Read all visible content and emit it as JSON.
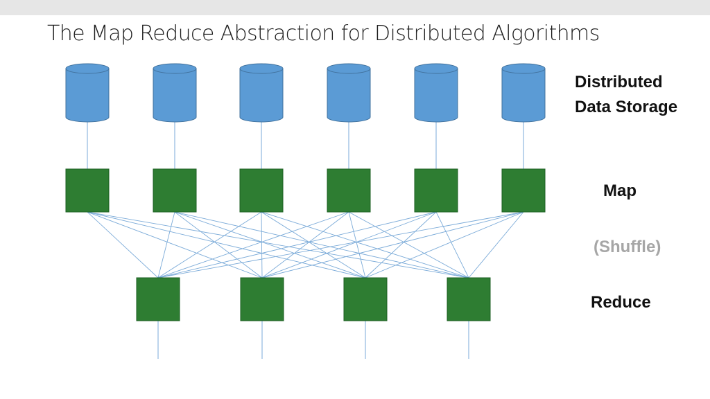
{
  "title": "The Map Reduce Abstraction for Distributed Algorithms",
  "stages": {
    "storage": [
      "Distributed",
      "Data Storage"
    ],
    "map": "Map",
    "shuffle": "(Shuffle)",
    "reduce": "Reduce"
  },
  "diagram": {
    "storage_nodes": 6,
    "map_nodes": 6,
    "reduce_nodes": 4,
    "storage_to_map": "one-to-one",
    "map_to_reduce": "all-to-all",
    "colors": {
      "storage_fill": "#5b9bd5",
      "storage_stroke": "#41719c",
      "node_fill": "#2e7d32",
      "node_stroke": "#1b5e20",
      "edge": "#7aaad8",
      "top_band": "#e6e6e6",
      "shuffle_text": "#a6a6a6"
    }
  }
}
